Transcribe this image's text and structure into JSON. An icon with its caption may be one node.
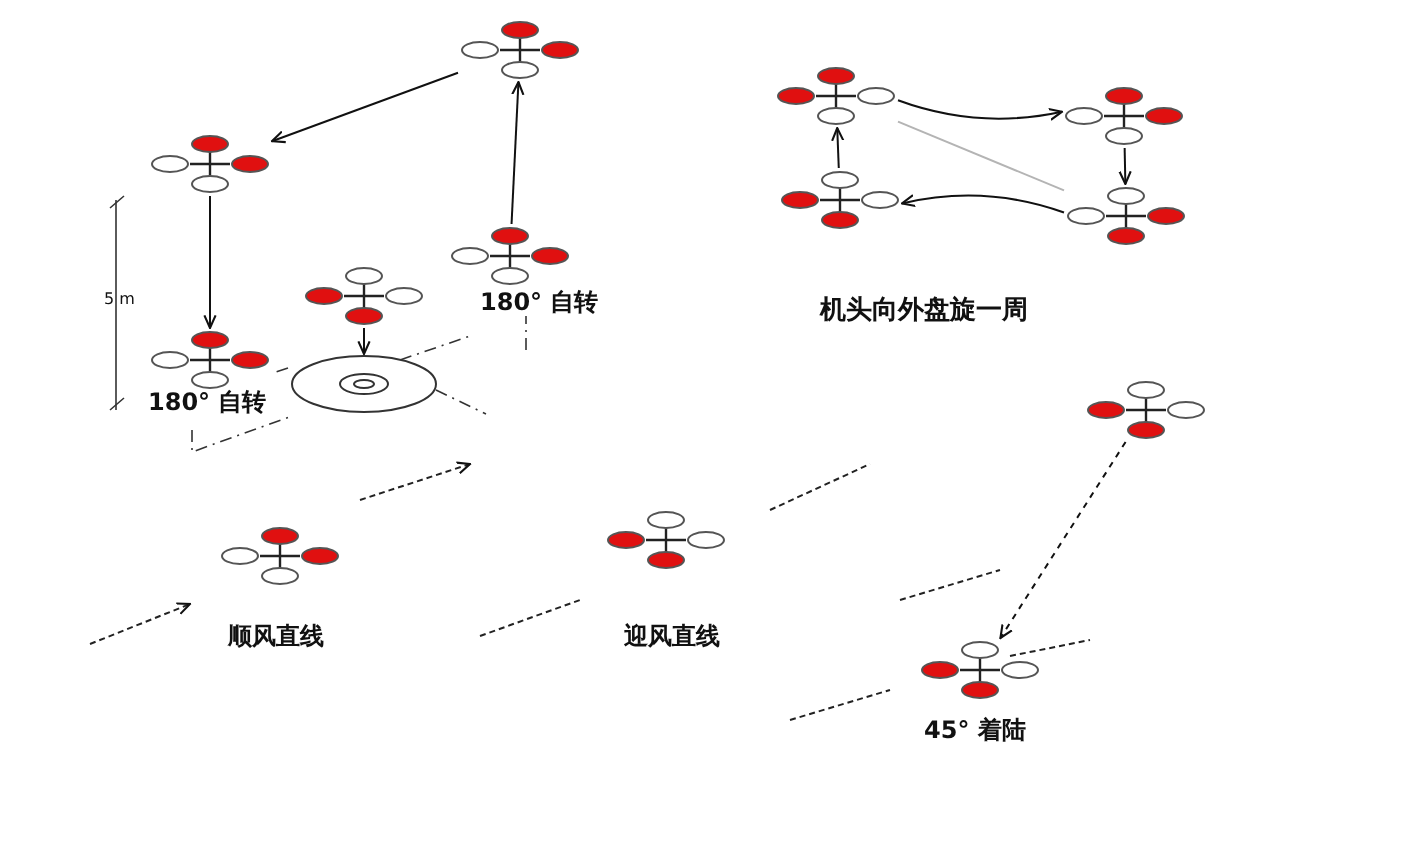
{
  "diagram": {
    "nodes": [
      {
        "text": [],
        "shape": "picture"
      },
      {
        "text": [],
        "shape": "picture"
      },
      {
        "text": [],
        "shape": "picture",
        "beside": [
          "180° 自转"
        ]
      },
      {
        "text": [],
        "shape": "picture",
        "beside": [
          "180° 自转"
        ]
      },
      {
        "text": [],
        "shape": "picture"
      },
      {
        "text": [],
        "shape": "circle"
      },
      {
        "text": [],
        "shape": "picture"
      },
      {
        "text": [],
        "shape": "picture"
      },
      {
        "text": [],
        "shape": "picture"
      },
      {
        "text": [],
        "shape": "picture"
      },
      {
        "text": [],
        "shape": "picture",
        "beside": [
          "顺风直线"
        ]
      },
      {
        "text": [],
        "shape": "picture",
        "beside": [
          "迎风直线"
        ]
      },
      {
        "text": [],
        "shape": "picture"
      },
      {
        "text": [],
        "shape": "picture",
        "beside": [
          "45° 着陆"
        ]
      }
    ],
    "edges": [
      {
        "from": 0,
        "to": 1,
        "arrow": "to"
      },
      {
        "from": 1,
        "to": 3,
        "arrow": "to"
      },
      {
        "from": 2,
        "to": 0,
        "arrow": "to"
      },
      {
        "from": 4,
        "to": 5,
        "arrow": "to"
      },
      {
        "from": 6,
        "to": 7,
        "arrow": "to"
      },
      {
        "from": 7,
        "to": 8,
        "arrow": "to"
      },
      {
        "from": 8,
        "to": 9,
        "arrow": "to"
      },
      {
        "from": 9,
        "to": 6,
        "arrow": "to"
      },
      {
        "from": 6,
        "to": 8,
        "arrow": "none",
        "color": "#b4b4b4"
      },
      {
        "from": 12,
        "to": 13,
        "arrow": "to",
        "style": "dashed"
      }
    ],
    "labels": [
      "5 m",
      "机头向外盘旋一周"
    ]
  }
}
